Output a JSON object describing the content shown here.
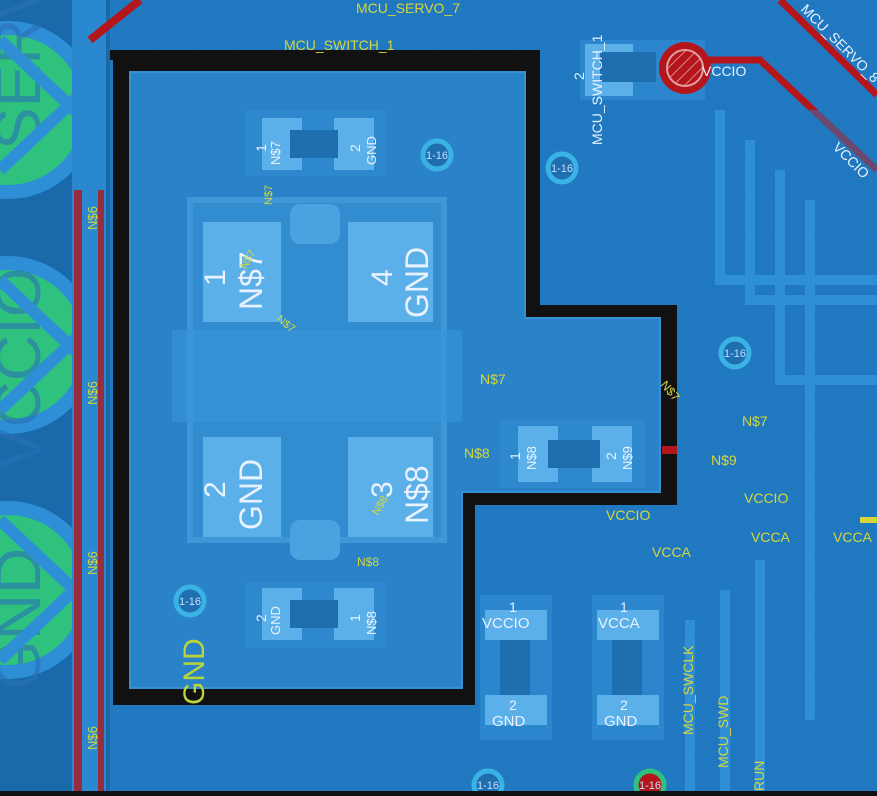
{
  "colors": {
    "board": "#1f7ac4",
    "copper": "#2e8fd6",
    "pad": "#52a9e6",
    "pad_inner": "#1f6fb0",
    "pour": "#2a82c8",
    "red_trace": "#b5161b",
    "green_pad": "#2fc27f",
    "label_yellow": "#d6d63a",
    "label_white": "#e9f2ff",
    "via_ring": "#3bb2e6"
  },
  "net_labels": {
    "servo7": "MCU_SERVO_7",
    "switch1": "MCU_SWITCH_1",
    "switch1_pad": "MCU_SWITCH_1",
    "servo_right": "MCU_SERVO_8",
    "vccio_top": "VCCIO",
    "vccio_right": "VCCIO",
    "n7_a": "N$7",
    "n7_b": "N$7",
    "n7_c": "N$7",
    "n7_d": "N$7",
    "n8_a": "N$8",
    "n8_b": "N$8",
    "n9_a": "N$9",
    "vccio_a": "VCCIO",
    "vccio_b": "VCCIO",
    "vcca_a": "VCCA",
    "vcca_b": "VCCA",
    "vcca_c": "VCCA",
    "n6_a": "N$6",
    "n6_b": "N$6",
    "n6_c": "N$6",
    "n6_d": "N$6",
    "swclk": "MCU_SWCLK",
    "swd": "MCU_SWD",
    "run": "RUN",
    "gnd_big": "GND"
  },
  "vias": [
    "1-16",
    "1-16",
    "1-16",
    "1-16",
    "1-16",
    "1-16"
  ],
  "pads": {
    "r_top": {
      "p1": "1",
      "p1_net": "N$7",
      "p2": "2",
      "p2_net": "GND"
    },
    "r_bot": {
      "p1": "1",
      "p1_net": "N$8",
      "p2": "2",
      "p2_net": "GND"
    },
    "r_mid": {
      "p1": "1",
      "p1_net": "N$8",
      "p2": "2",
      "p2_net": "N$9"
    },
    "c1": {
      "p1": "1",
      "p1_net": "VCCIO",
      "p2": "2",
      "p2_net": "GND"
    },
    "c2": {
      "p1": "1",
      "p1_net": "VCCA",
      "p2": "2",
      "p2_net": "GND"
    },
    "sw": {
      "p2": "2",
      "p2_net": "MCU_SWITCH_1"
    },
    "q1": {
      "p1": "1",
      "p1_net": "N$7",
      "p2": "2",
      "p2_net": "GND",
      "p3": "3",
      "p3_net": "N$8",
      "p4": "4",
      "p4_net": "GND"
    },
    "left_big": {
      "a": "GND",
      "b": "VCCIO",
      "c": "SERVO"
    }
  },
  "pad_small_nets": {
    "q1_1": "N$7",
    "q1_3": "N$8",
    "r_top_net": "N$7"
  }
}
